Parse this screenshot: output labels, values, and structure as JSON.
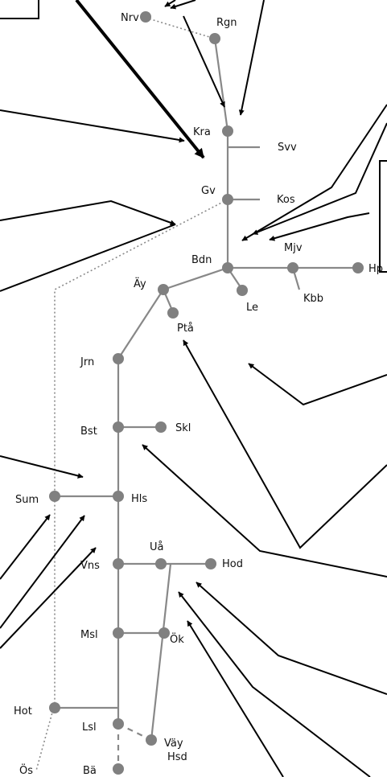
{
  "colors": {
    "track": "#888888",
    "station": "#808080",
    "arrow": "#000000",
    "dotted": "#8a8a8a"
  },
  "stations": [
    {
      "id": "nrv",
      "label": "Nrv"
    },
    {
      "id": "rgn",
      "label": "Rgn"
    },
    {
      "id": "kra",
      "label": "Kra"
    },
    {
      "id": "svv",
      "label": "Svv"
    },
    {
      "id": "gv",
      "label": "Gv"
    },
    {
      "id": "kos",
      "label": "Kos"
    },
    {
      "id": "mjv",
      "label": "Mjv"
    },
    {
      "id": "bdn",
      "label": "Bdn"
    },
    {
      "id": "hp",
      "label": "Hp"
    },
    {
      "id": "kbb",
      "label": "Kbb"
    },
    {
      "id": "le",
      "label": "Le"
    },
    {
      "id": "ay",
      "label": "Äy"
    },
    {
      "id": "pta",
      "label": "Ptå"
    },
    {
      "id": "jrn",
      "label": "Jrn"
    },
    {
      "id": "bst",
      "label": "Bst"
    },
    {
      "id": "skl",
      "label": "Skl"
    },
    {
      "id": "sum",
      "label": "Sum"
    },
    {
      "id": "hls",
      "label": "Hls"
    },
    {
      "id": "ua",
      "label": "Uå"
    },
    {
      "id": "vns",
      "label": "Vns"
    },
    {
      "id": "hod",
      "label": "Hod"
    },
    {
      "id": "msl",
      "label": "Msl"
    },
    {
      "id": "ok",
      "label": "Ök"
    },
    {
      "id": "hot",
      "label": "Hot"
    },
    {
      "id": "lsl",
      "label": "Lsl"
    },
    {
      "id": "vay",
      "label": "Väy"
    },
    {
      "id": "hsd",
      "label": "Hsd"
    },
    {
      "id": "os",
      "label": "Ös"
    },
    {
      "id": "ba",
      "label": "Bä"
    }
  ]
}
